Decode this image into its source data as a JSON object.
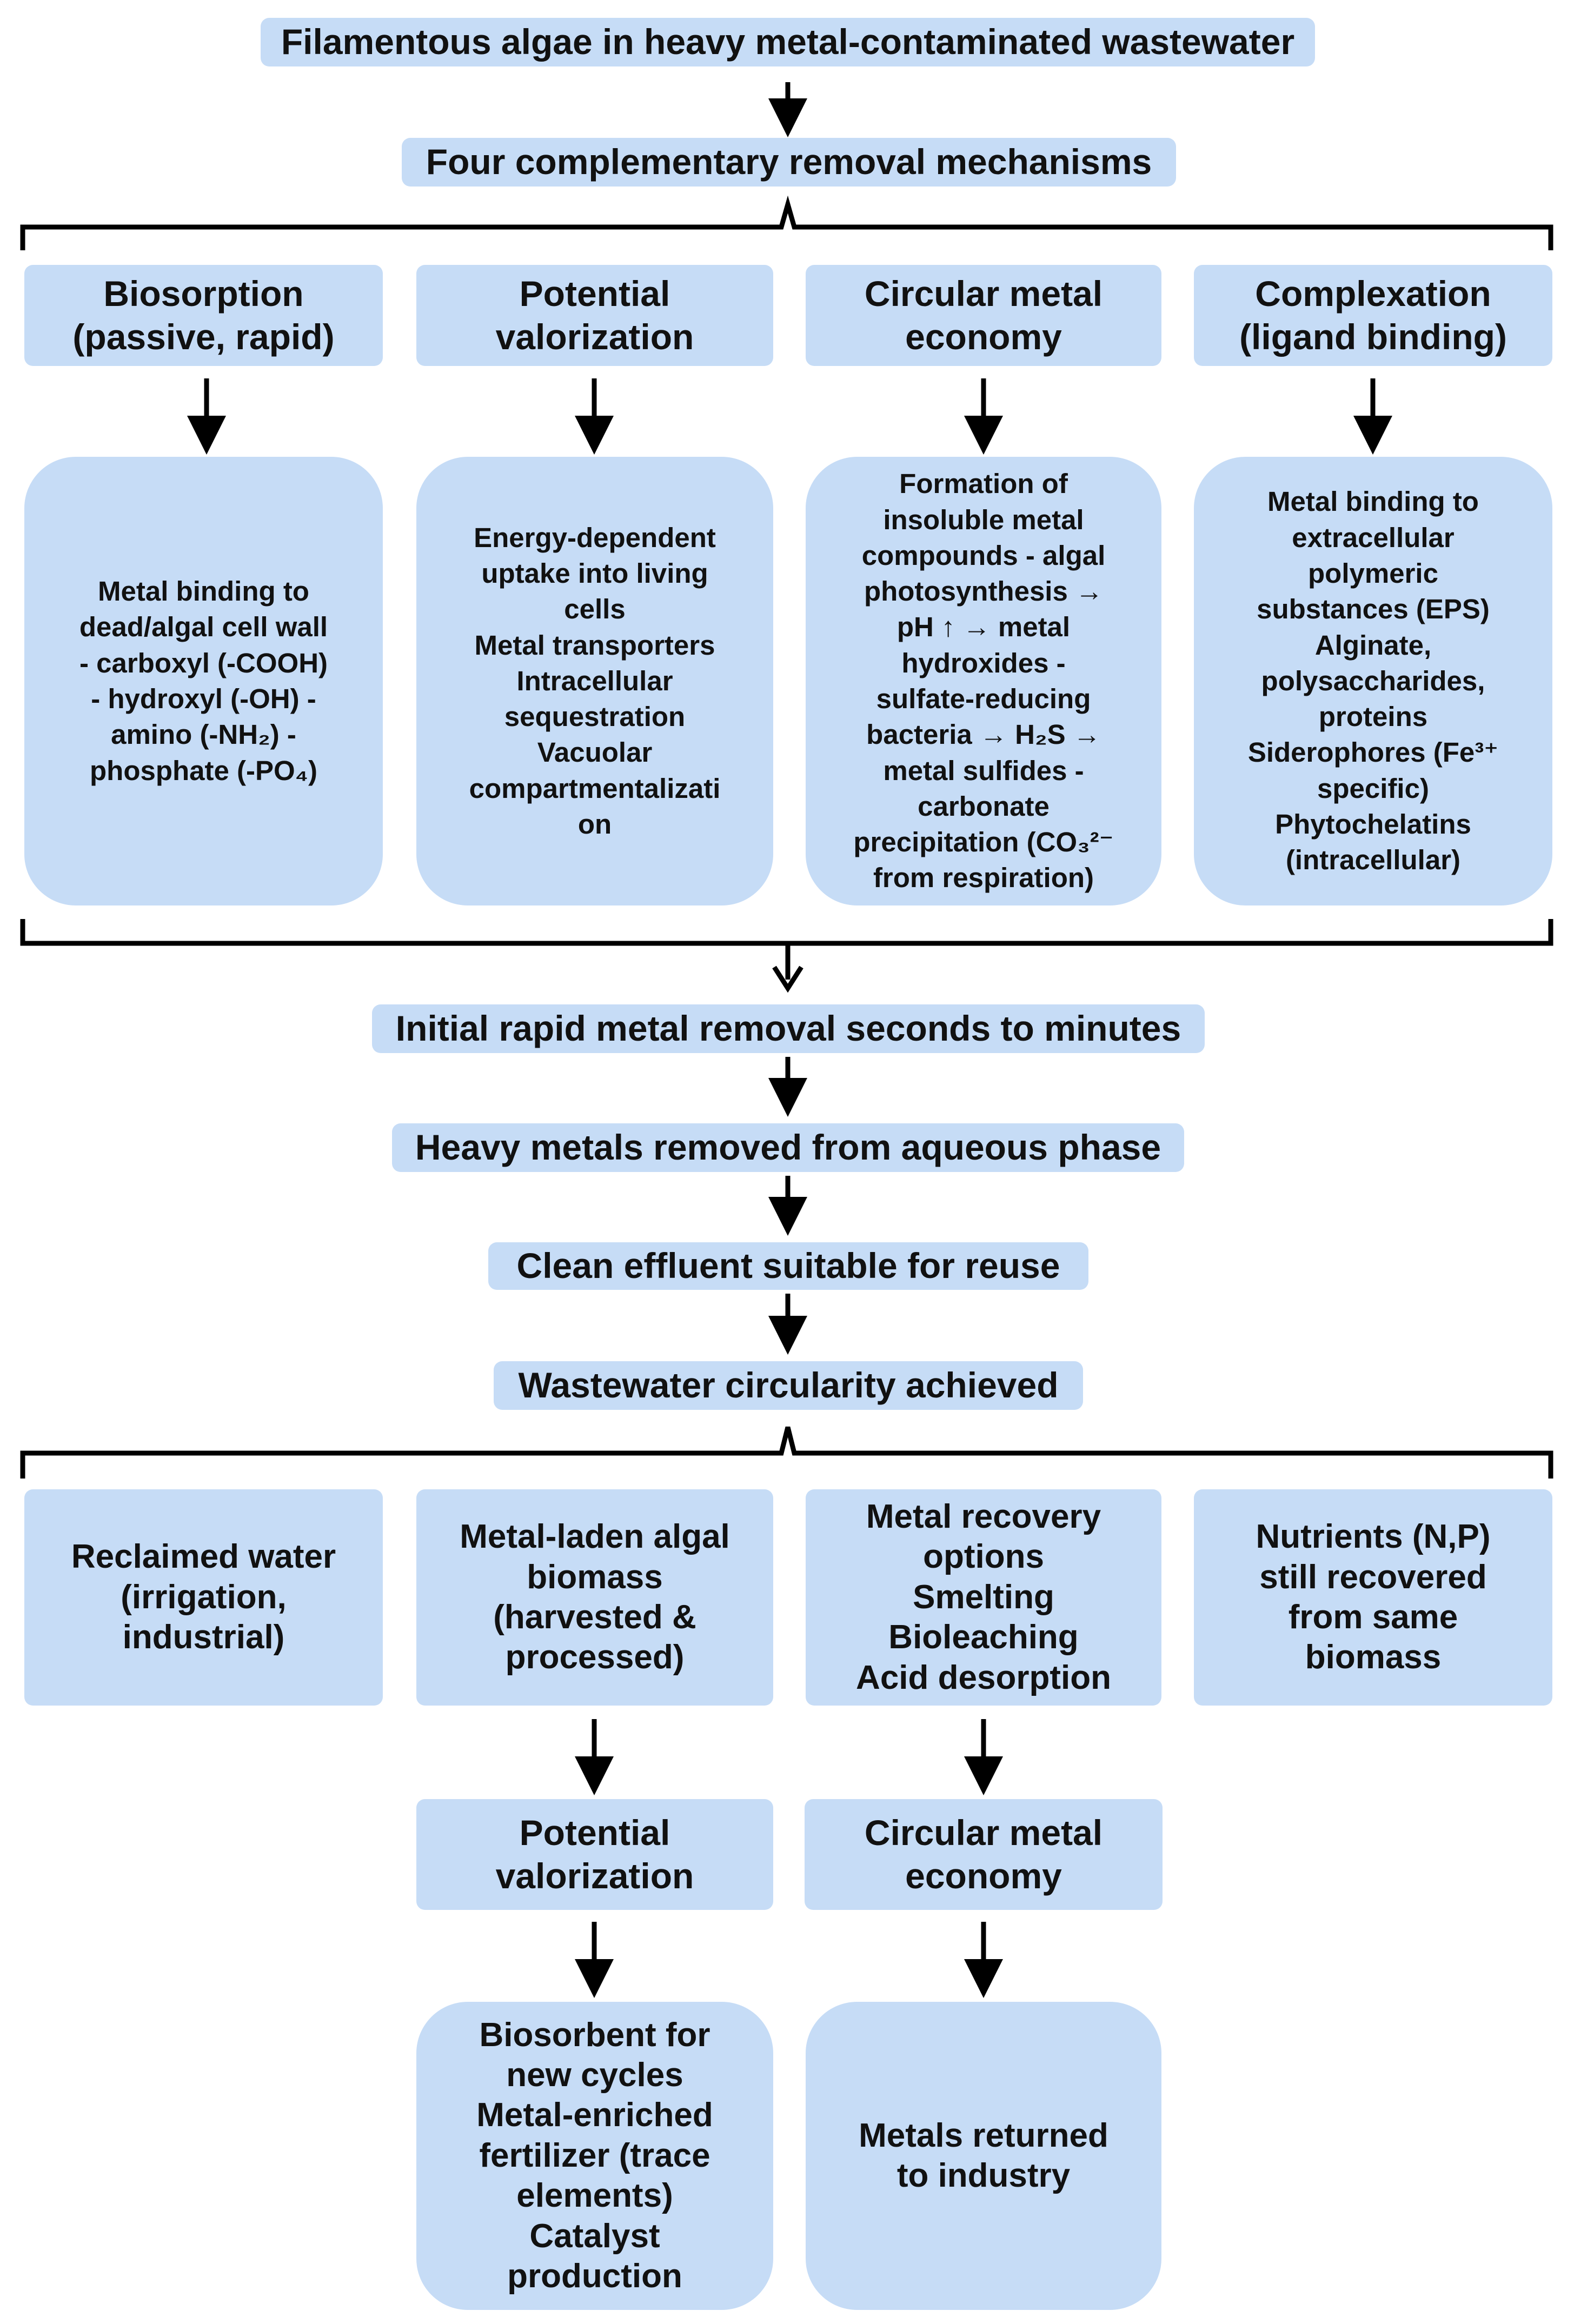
{
  "flow": {
    "top_title": "Filamentous algae in heavy metal-contaminated wastewater",
    "mechanisms_title": "Four complementary removal mechanisms",
    "mechanisms": [
      {
        "name_lines": [
          "Biosorption",
          "(passive, rapid)"
        ],
        "detail_lines": [
          "Metal binding to",
          "dead/algal cell wall",
          "- carboxyl (-COOH)",
          "- hydroxyl (-OH) -",
          "amino (-NH₂) -",
          "phosphate (-PO₄)"
        ]
      },
      {
        "name_lines": [
          "Potential",
          "valorization"
        ],
        "detail_lines": [
          "Energy-dependent",
          "uptake into living",
          "cells",
          "Metal transporters",
          "Intracellular",
          "sequestration",
          "Vacuolar",
          "compartmentalizati",
          "on"
        ]
      },
      {
        "name_lines": [
          "Circular metal",
          "economy"
        ],
        "detail_lines": [
          "Formation of",
          "insoluble metal",
          "compounds - algal",
          "photosynthesis →",
          "pH ↑ → metal",
          "hydroxides -",
          "sulfate-reducing",
          "bacteria → H₂S →",
          "metal sulfides -",
          "carbonate",
          "precipitation (CO₃²⁻",
          "from respiration)"
        ]
      },
      {
        "name_lines": [
          "Complexation",
          "(ligand binding)"
        ],
        "detail_lines": [
          "Metal binding to",
          "extracellular",
          "polymeric",
          "substances (EPS)",
          "Alginate,",
          "polysaccharides,",
          "proteins",
          "Siderophores (Fe³⁺",
          "specific)",
          "Phytochelatins",
          "(intracellular)"
        ]
      }
    ],
    "steps": [
      "Initial rapid metal removal seconds to minutes",
      "Heavy metals removed from aqueous phase",
      "Clean effluent suitable for reuse",
      "Wastewater circularity achieved"
    ],
    "outcomes": [
      {
        "lines": [
          "Reclaimed water",
          "(irrigation,",
          "industrial)"
        ]
      },
      {
        "lines": [
          "Metal-laden algal",
          "biomass",
          "(harvested &",
          "processed)"
        ]
      },
      {
        "lines": [
          "Metal recovery",
          "options",
          "Smelting",
          "Bioleaching",
          "Acid desorption"
        ]
      },
      {
        "lines": [
          "Nutrients (N,P)",
          "still recovered",
          "from same",
          "biomass"
        ]
      }
    ],
    "branch_left": {
      "title_lines": [
        "Potential",
        "valorization"
      ],
      "result_lines": [
        "Biosorbent for",
        "new cycles",
        "Metal-enriched",
        "fertilizer (trace",
        "elements)",
        "Catalyst",
        "production"
      ]
    },
    "branch_right": {
      "title_lines": [
        "Circular metal",
        "economy"
      ],
      "result_lines": [
        "Metals returned",
        "to industry"
      ]
    }
  },
  "colors": {
    "box_fill": "#c6dcf6",
    "text": "#111111",
    "connector": "#000000"
  }
}
